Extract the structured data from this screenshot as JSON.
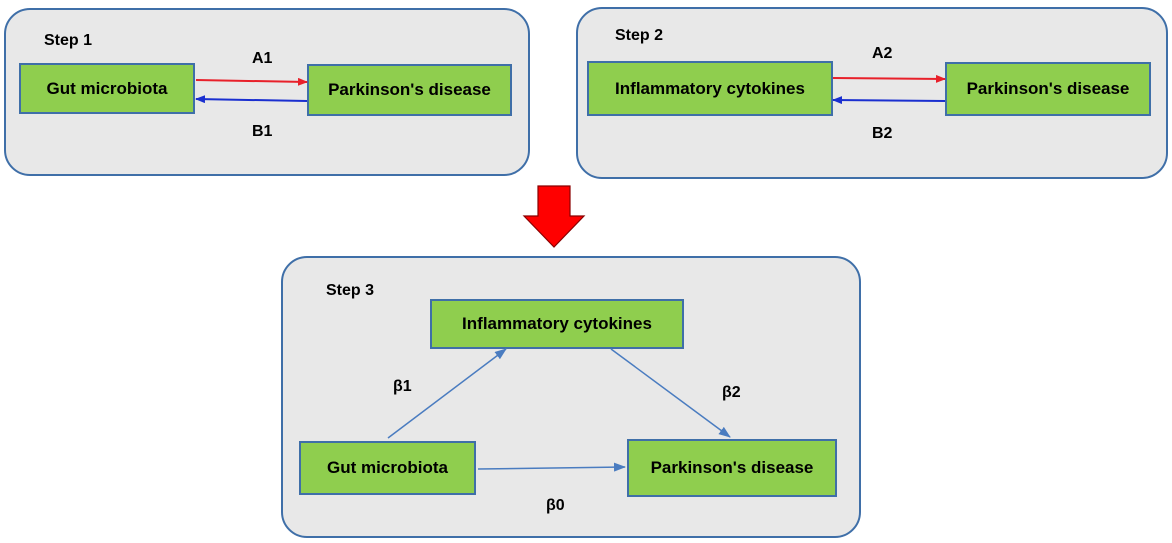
{
  "step1": {
    "title": "Step 1",
    "left_node": "Gut microbiota",
    "right_node": "Parkinson's disease",
    "forward_label": "A1",
    "reverse_label": "B1"
  },
  "step2": {
    "title": "Step 2",
    "left_node": "Inflammatory cytokines",
    "right_node": "Parkinson's disease",
    "forward_label": "A2",
    "reverse_label": "B2"
  },
  "step3": {
    "title": "Step 3",
    "top_node": "Inflammatory cytokines",
    "left_node": "Gut microbiota",
    "right_node": "Parkinson's disease",
    "beta1": "β1",
    "beta2": "β2",
    "beta0": "β0"
  },
  "colors": {
    "forward_arrow": "#e8202a",
    "reverse_arrow": "#1a2fd0",
    "step3_arrow": "#4a7cc0",
    "transition_arrow": "#ff0000"
  }
}
